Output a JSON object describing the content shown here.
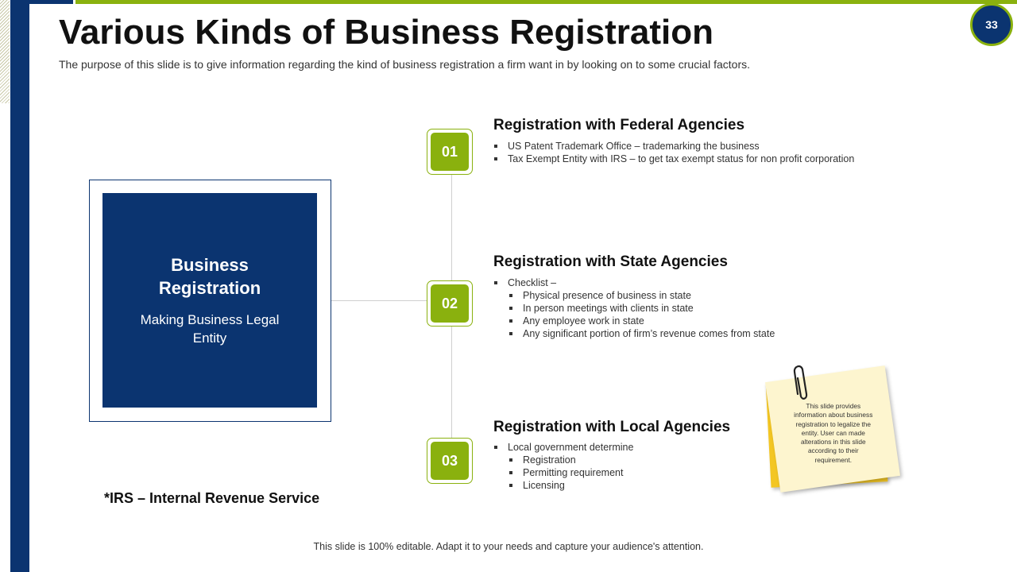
{
  "page_number": "33",
  "title": "Various Kinds of Business Registration",
  "subtitle": "The purpose of this slide is to give information regarding the kind of business registration a firm want in by looking on to some crucial factors.",
  "center_box": {
    "title": "Business Registration",
    "subtitle": "Making Business Legal Entity"
  },
  "sections": [
    {
      "number": "01",
      "title": "Registration with Federal Agencies",
      "bullets": [
        "US Patent Trademark  Office – trademarking  the business",
        "Tax Exempt Entity with IRS – to get tax exempt status for non profit  corporation"
      ]
    },
    {
      "number": "02",
      "title": "Registration with State Agencies",
      "bullets": [
        "Checklist –",
        "Physical presence of business in state",
        "In person meetings with clients in state",
        "Any employee work in state",
        "Any significant portion of firm’s revenue  comes from state"
      ]
    },
    {
      "number": "03",
      "title": "Registration with Local Agencies",
      "bullets": [
        "Local government  determine",
        "Registration",
        "Permitting requirement",
        "Licensing"
      ]
    }
  ],
  "footnote": "*IRS – Internal Revenue Service",
  "sticky_note": "This slide provides information about business registration to legalize the entity. User can made alterations in this slide according to their requirement.",
  "footer": "This slide is 100% editable. Adapt it to your needs and capture your audience's attention.",
  "colors": {
    "navy": "#0b3470",
    "green": "#8ab10e",
    "sticky_yellow": "#f3c623",
    "sticky_paper": "#fdf5cf"
  }
}
